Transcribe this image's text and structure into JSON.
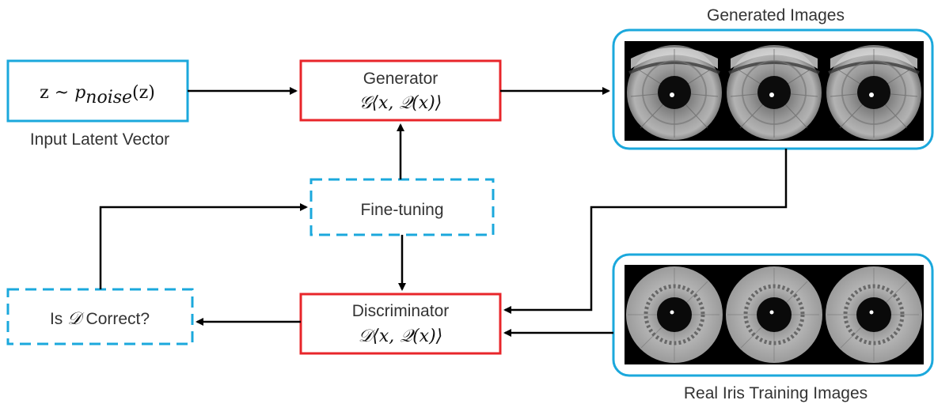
{
  "input": {
    "formula_z": "z ~ ",
    "formula_p": "p",
    "formula_sub": "noise",
    "formula_arg": "(z)",
    "caption": "Input Latent Vector"
  },
  "generator": {
    "title": "Generator",
    "formula": "𝒢⟨x, 𝒬(x)⟩"
  },
  "discriminator": {
    "title": "Discriminator",
    "formula": "𝒟⟨x, 𝒬(x)⟩"
  },
  "finetuning": {
    "label": "Fine-tuning"
  },
  "is_correct": {
    "prefix": "Is ",
    "symbol": "𝒟",
    "suffix": " Correct?"
  },
  "generated_images": {
    "caption": "Generated Images",
    "count": 3
  },
  "real_images": {
    "caption": "Real Iris Training Images",
    "count": 3
  },
  "colors": {
    "cyan": "#1ba8dc",
    "red": "#e8252a",
    "arrow": "#000000",
    "text": "#333333"
  }
}
